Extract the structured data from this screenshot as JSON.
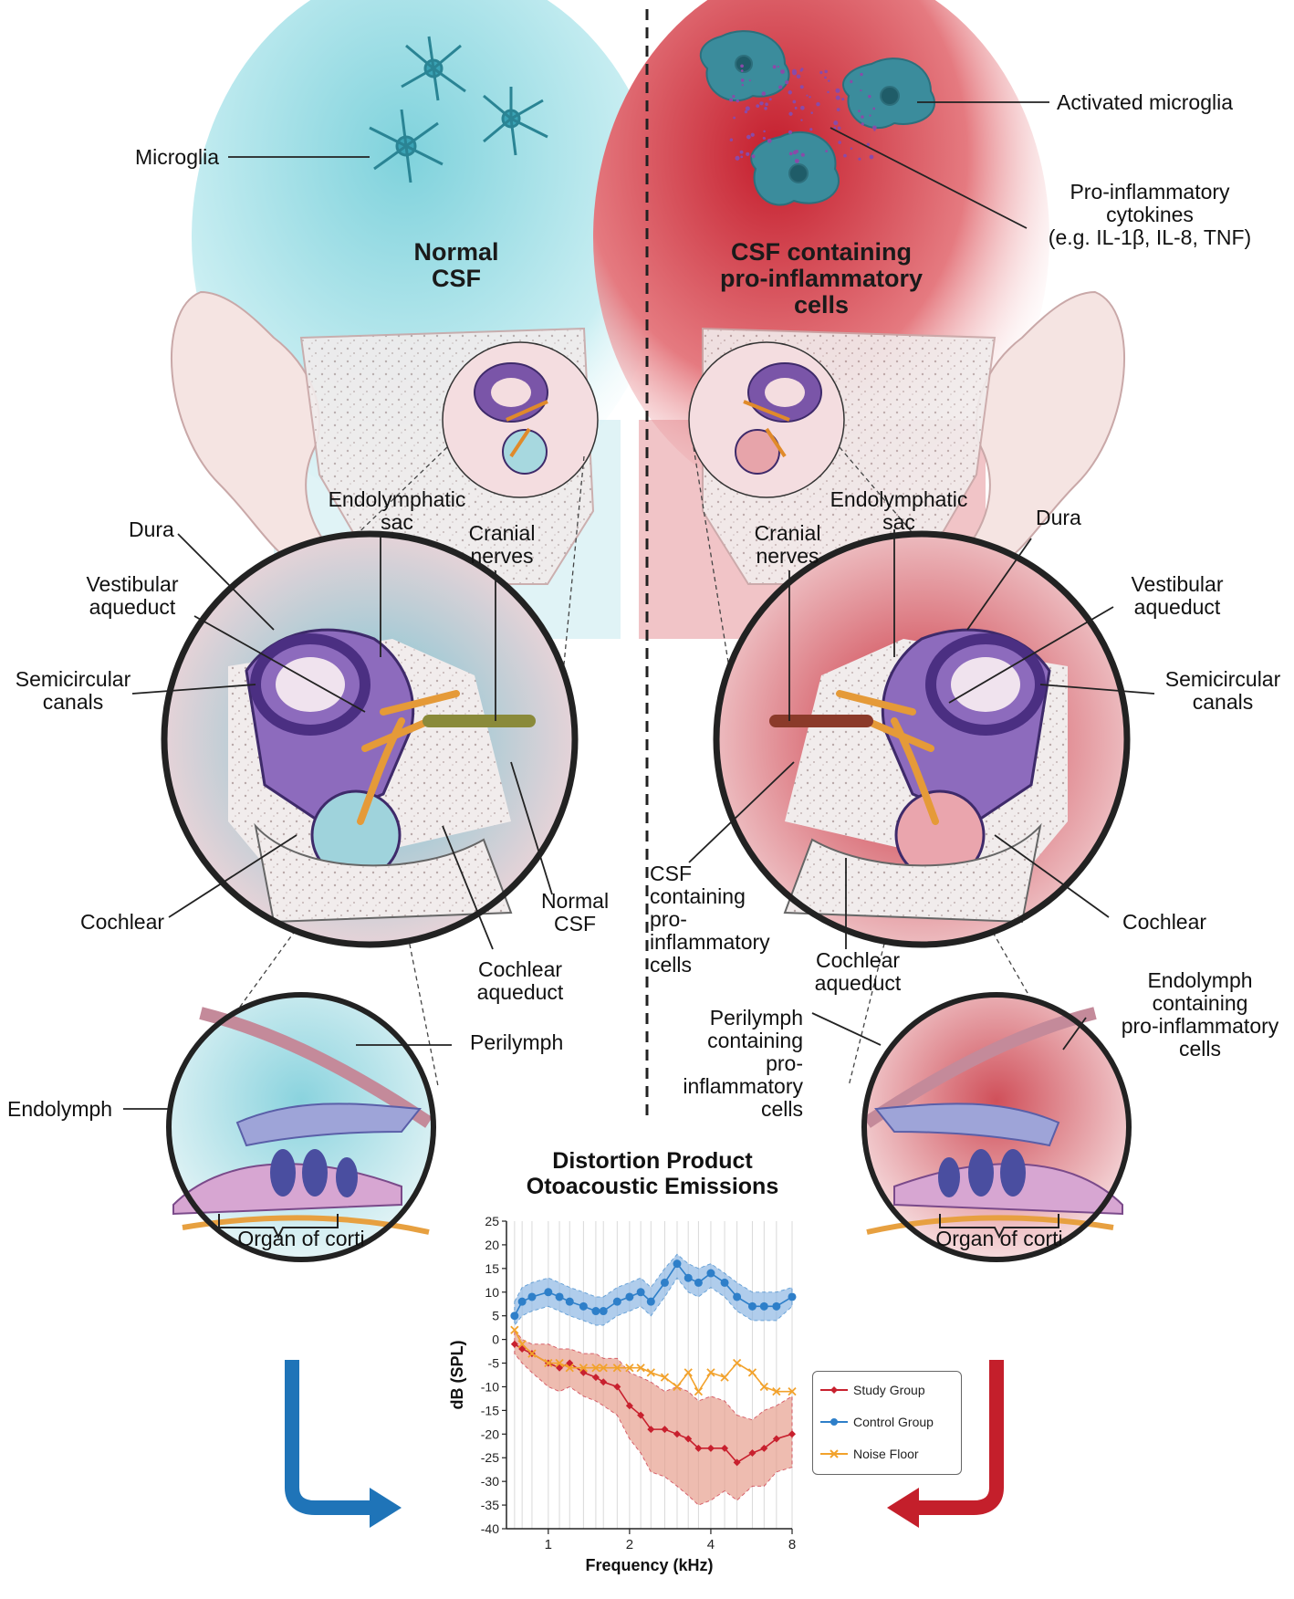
{
  "labels": {
    "microglia": "Microglia",
    "activated_microglia": "Activated microglia",
    "cytokines": "Pro-inflammatory\ncytokines\n(e.g. IL-1β, IL-8, TNF)",
    "normal_csf_top": "Normal\nCSF",
    "inflamed_csf_top": "CSF containing\npro-inflammatory\ncells",
    "left": {
      "dura": "Dura",
      "endolymphatic_sac": "Endolymphatic\nsac",
      "cranial_nerves": "Cranial\nnerves",
      "vestibular_aqueduct": "Vestibular\naqueduct",
      "semicircular_canals": "Semicircular\ncanals",
      "cochlear": "Cochlear",
      "normal_csf": "Normal\nCSF",
      "cochlear_aqueduct": "Cochlear\naqueduct",
      "perilymph": "Perilymph",
      "endolymph": "Endolymph",
      "organ_of_corti": "Organ of corti"
    },
    "right": {
      "dura": "Dura",
      "endolymphatic_sac": "Endolymphatic\nsac",
      "cranial_nerves": "Cranial\nnerves",
      "vestibular_aqueduct": "Vestibular\naqueduct",
      "semicircular_canals": "Semicircular\ncanals",
      "cochlear": "Cochlear",
      "csf_inflamed": "CSF\ncontaining\npro-\ninflammatory\ncells",
      "cochlear_aqueduct": "Cochlear\naqueduct",
      "perilymph_inflamed": "Perilymph\ncontaining\npro-\ninflammatory\ncells",
      "endolymph_inflamed": "Endolymph\ncontaining\npro-inflammatory\ncells",
      "organ_of_corti": "Organ of corti"
    }
  },
  "colors": {
    "normal": "#5cc3cf",
    "inflamed": "#c8202e",
    "arrow_left": "#1f74b8",
    "arrow_right": "#c41f2b",
    "study": "#c8202e",
    "control": "#2e7fc9",
    "noise": "#f2a22c"
  },
  "chart_data": {
    "type": "line",
    "title": "Distortion Product\nOtoacoustic Emissions",
    "xlabel": "Frequency (kHz)",
    "ylabel": "dB (SPL)",
    "xticks": [
      1,
      2,
      4,
      8
    ],
    "ylim": [
      -40,
      25
    ],
    "yticks": [
      25,
      20,
      15,
      10,
      5,
      0,
      -5,
      -10,
      -15,
      -20,
      -25,
      -30,
      -35,
      -40
    ],
    "x": [
      0.75,
      0.8,
      0.87,
      1.0,
      1.1,
      1.2,
      1.35,
      1.5,
      1.6,
      1.8,
      2.0,
      2.2,
      2.4,
      2.7,
      3.0,
      3.3,
      3.6,
      4.0,
      4.5,
      5.0,
      5.7,
      6.3,
      7.0,
      8.0
    ],
    "series": [
      {
        "name": "Study Group",
        "values": [
          -1,
          -2,
          -3,
          -5,
          -6,
          -5,
          -7,
          -8,
          -9,
          -10,
          -14,
          -16,
          -19,
          -19,
          -20,
          -21,
          -23,
          -23,
          -23,
          -26,
          -24,
          -23,
          -21,
          -20
        ],
        "upper": [
          2,
          0,
          -1,
          -1,
          -2,
          -2,
          -3,
          -3,
          -4,
          -4,
          -7,
          -8,
          -9,
          -11,
          -10,
          -11,
          -13,
          -12,
          -13,
          -16,
          -17,
          -15,
          -14,
          -12
        ],
        "lower": [
          -3,
          -5,
          -7,
          -10,
          -11,
          -10,
          -12,
          -13,
          -14,
          -16,
          -21,
          -24,
          -28,
          -29,
          -31,
          -33,
          -35,
          -34,
          -32,
          -34,
          -31,
          -31,
          -28,
          -27
        ]
      },
      {
        "name": "Control Group",
        "values": [
          5,
          8,
          9,
          10,
          9,
          8,
          7,
          6,
          6,
          8,
          9,
          10,
          8,
          12,
          16,
          13,
          12,
          14,
          12,
          9,
          7,
          7,
          7,
          9
        ],
        "upper": [
          8,
          11,
          12,
          13,
          12,
          11,
          10,
          9,
          9,
          11,
          12,
          13,
          11,
          15,
          18,
          16,
          15,
          16,
          14,
          12,
          10,
          10,
          10,
          11
        ],
        "lower": [
          3,
          5,
          6,
          7,
          6,
          5,
          4,
          3,
          3,
          5,
          6,
          7,
          5,
          9,
          13,
          10,
          9,
          11,
          9,
          6,
          4,
          4,
          4,
          7
        ]
      },
      {
        "name": "Noise Floor",
        "values": [
          2,
          -1,
          -3,
          -5,
          -5,
          -6,
          -6,
          -6,
          -6,
          -6,
          -6,
          -6,
          -7,
          -8,
          -10,
          -7,
          -11,
          -7,
          -8,
          -5,
          -7,
          -10,
          -11,
          -11
        ]
      }
    ]
  }
}
